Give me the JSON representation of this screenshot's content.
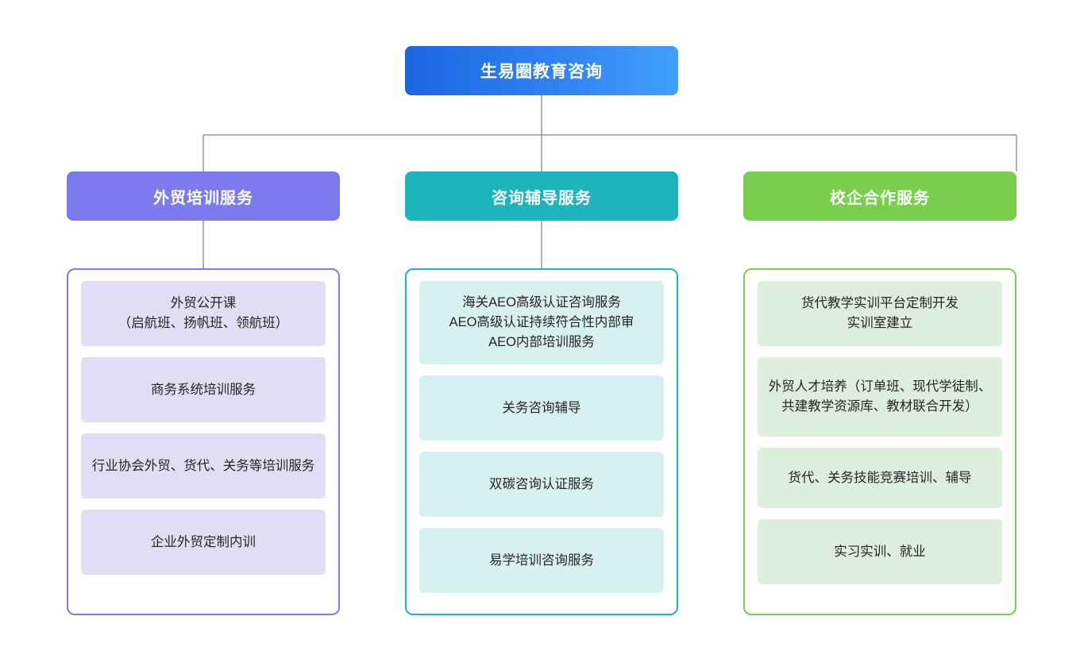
{
  "diagram": {
    "type": "organization-tree",
    "root": {
      "label": "生易圈教育咨询",
      "color": "#2f82f2",
      "gradient_from": "#1a66e0",
      "gradient_to": "#41a0fb"
    },
    "connector_color": "#8c96a0",
    "columns": [
      {
        "header": "外贸培训服务",
        "header_color": "#7b7bee",
        "panel_border_color": "#7b7bee",
        "item_fill": "#e2ddf5",
        "items": [
          "外贸公开课\n（启航班、扬帆班、领航班）",
          "商务系统培训服务",
          "行业协会外贸、货代、关务等培训服务",
          "企业外贸定制内训"
        ]
      },
      {
        "header": "咨询辅导服务",
        "header_color": "#1cb5bd",
        "panel_border_color": "#1cb5bd",
        "item_fill": "#d7f0f0",
        "items": [
          "海关AEO高级认证咨询服务\nAEO高级认证持续符合性内部审\nAEO内部培训服务",
          "关务咨询辅导",
          "双碳咨询认证服务",
          "易学培训咨询服务"
        ]
      },
      {
        "header": "校企合作服务",
        "header_color": "#79cf4d",
        "panel_border_color": "#79cf4d",
        "item_fill": "#ddeedd",
        "items": [
          "货代教学实训平台定制开发\n实训室建立",
          "外贸人才培养（订单班、现代学徒制、共建教学资源库、教材联合开发）",
          "货代、关务技能竞赛培训、辅导",
          "实习实训、就业"
        ]
      }
    ]
  }
}
